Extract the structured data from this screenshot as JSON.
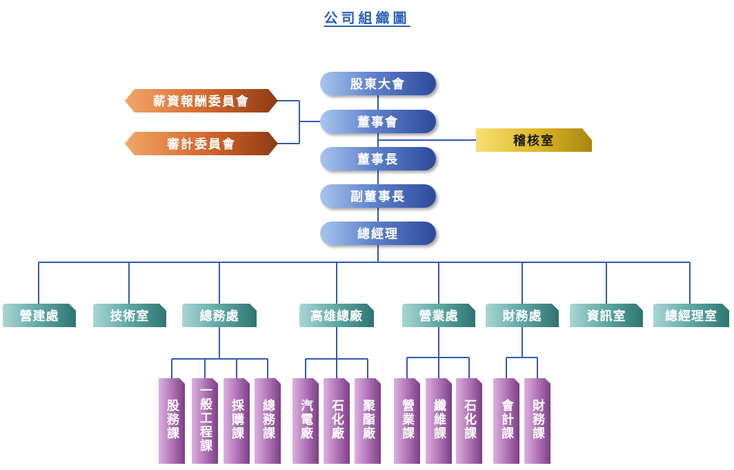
{
  "title": "公司組織圖",
  "colors": {
    "title": "#2a5fb8",
    "connector": "#2f59b0",
    "executive": "#3b5ca8",
    "committee": "#d2652a",
    "audit": "#dcb523",
    "department": "#4f9a97",
    "section": "#a55fab"
  },
  "executive_chain": [
    "股東大會",
    "董事會",
    "董事長",
    "副董事長",
    "總經理"
  ],
  "committees": [
    "薪資報酬委員會",
    "審計委員會"
  ],
  "audit_office": "稽核室",
  "departments": [
    {
      "name": "營建處",
      "sections": []
    },
    {
      "name": "技術室",
      "sections": []
    },
    {
      "name": "總務處",
      "sections": [
        "股務課",
        "一般工程課",
        "採購課",
        "總務課"
      ]
    },
    {
      "name": "高雄總廠",
      "sections": [
        "汽電廠",
        "石化廠",
        "聚酯廠"
      ]
    },
    {
      "name": "營業處",
      "sections": [
        "營業課",
        "纖維課",
        "石化課"
      ]
    },
    {
      "name": "財務處",
      "sections": [
        "會計課",
        "財務課"
      ]
    },
    {
      "name": "資訊室",
      "sections": []
    },
    {
      "name": "總經理室",
      "sections": []
    }
  ]
}
